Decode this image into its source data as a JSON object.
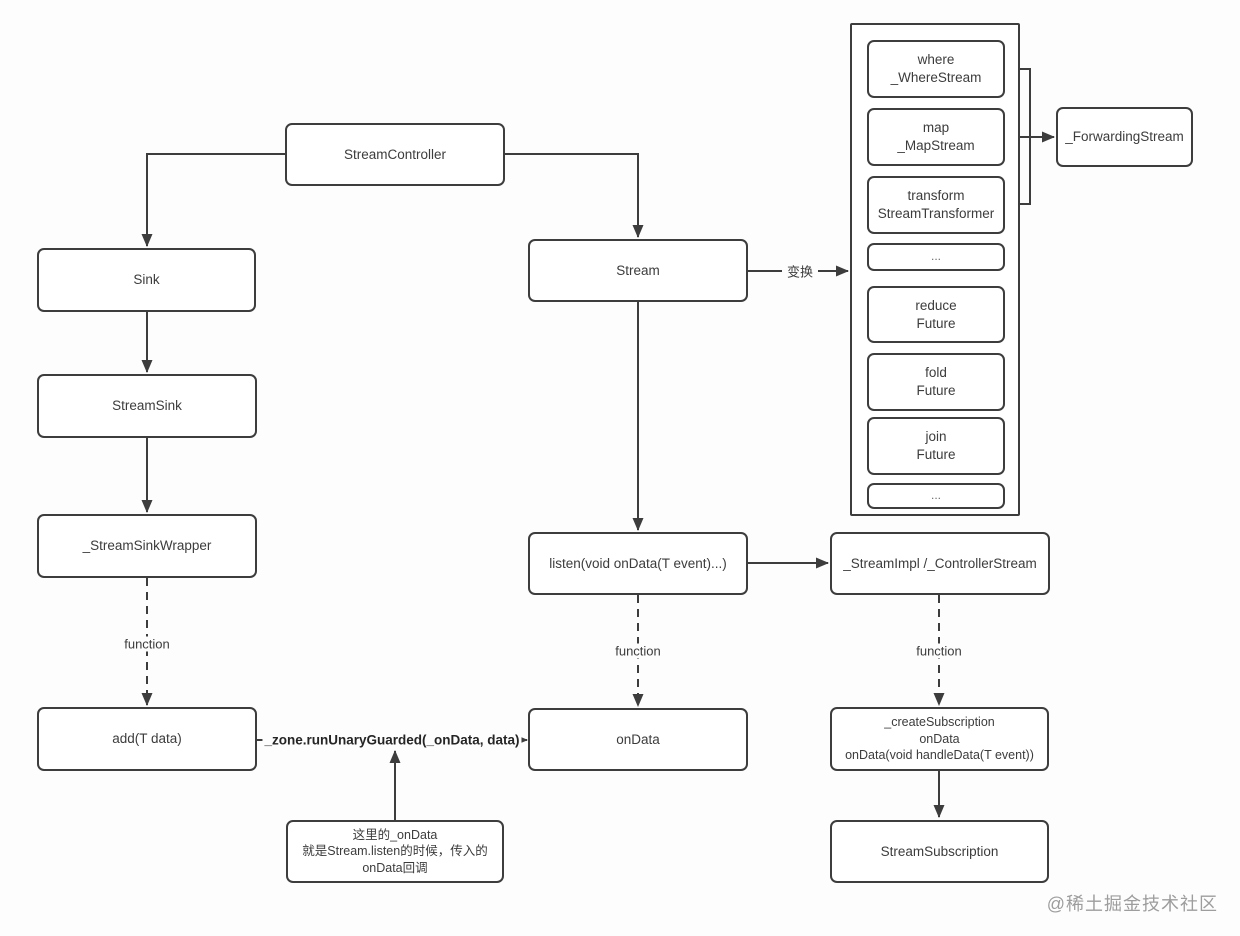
{
  "nodes": {
    "stream_controller": "StreamController",
    "sink": "Sink",
    "stream_sink": "StreamSink",
    "stream_sink_wrapper": "_StreamSinkWrapper",
    "add": "add(T data)",
    "stream": "Stream",
    "listen": "listen(void onData(T event)...)",
    "on_data": "onData",
    "stream_impl": "_StreamImpl /_ControllerStream",
    "create_subscription": "_createSubscription\nonData\nonData(void handleData(T event))",
    "stream_subscription": "StreamSubscription",
    "forwarding_stream": "_ForwardingStream",
    "where": "where\n_WhereStream",
    "map": "map\n_MapStream",
    "transform": "transform\nStreamTransformer",
    "ellipsis_top": "...",
    "reduce": "reduce\nFuture",
    "fold": "fold\nFuture",
    "join": "join\nFuture",
    "ellipsis_bottom": "..."
  },
  "edge_labels": {
    "transform_cn": "变换",
    "function_sink": "function",
    "function_listen": "function",
    "function_impl": "function",
    "zone_call": "_zone.runUnaryGuarded(_onData, data)"
  },
  "annotation": "这里的_onData\n就是Stream.listen的时候，传入的\nonData回调",
  "watermark": "@稀土掘金技术社区"
}
